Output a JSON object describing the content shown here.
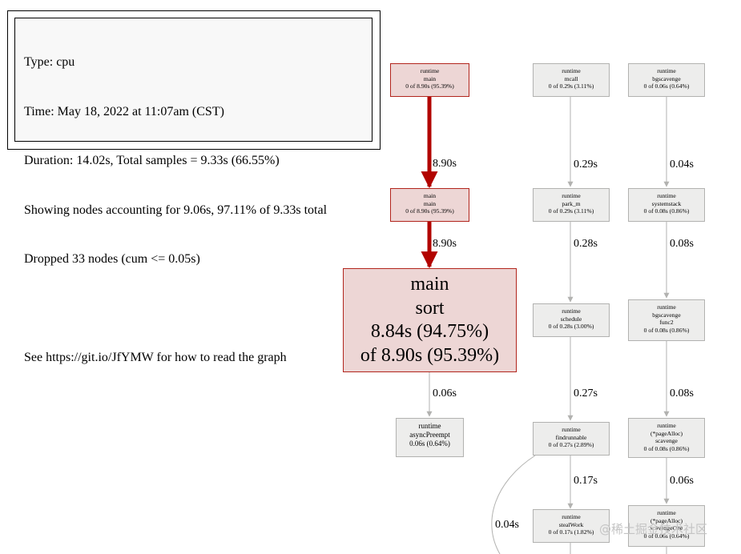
{
  "legend": {
    "line1": "Type: cpu",
    "line2": "Time: May 18, 2022 at 11:07am (CST)",
    "line3": "Duration: 14.02s, Total samples = 9.33s (66.55%)",
    "line4": "Showing nodes accounting for 9.06s, 97.11% of 9.33s total",
    "line5": "Dropped 33 nodes (cum <= 0.05s)",
    "line6": "See https://git.io/JfYMW for how to read the graph"
  },
  "colors": {
    "hot_edge": "#b20400",
    "cold_edge": "#b2b2b0",
    "hot_fill": "#edd6d5",
    "hot_border": "#b2251d",
    "cold_fill": "#ededec",
    "cold_border": "#b2b2b0"
  },
  "nodes": {
    "runtime_main": {
      "pkg": "runtime",
      "func": "main",
      "stat": "0 of 8.90s (95.39%)"
    },
    "main_main": {
      "pkg": "main",
      "func": "main",
      "stat": "0 of 8.90s (95.39%)"
    },
    "main_sort": {
      "pkg": "main",
      "func": "sort",
      "flat": "8.84s (94.75%)",
      "cum": "of 8.90s (95.39%)"
    },
    "async_preempt": {
      "pkg": "runtime",
      "func": "asyncPreempt",
      "stat": "0.06s (0.64%)"
    },
    "mcall": {
      "pkg": "runtime",
      "func": "mcall",
      "stat": "0 of 0.29s (3.11%)"
    },
    "park_m": {
      "pkg": "runtime",
      "func": "park_m",
      "stat": "0 of 0.29s (3.11%)"
    },
    "schedule": {
      "pkg": "runtime",
      "func": "schedule",
      "stat": "0 of 0.28s (3.00%)"
    },
    "findrunnable": {
      "pkg": "runtime",
      "func": "findrunnable",
      "stat": "0 of 0.27s (2.89%)"
    },
    "steal_work": {
      "pkg": "runtime",
      "func": "stealWork",
      "stat": "0 of 0.17s (1.82%)"
    },
    "bgscavenge": {
      "pkg": "runtime",
      "func": "bgscavenge",
      "stat": "0 of 0.06s (0.64%)"
    },
    "systemstack": {
      "pkg": "runtime",
      "func": "systemstack",
      "stat": "0 of 0.08s (0.86%)"
    },
    "bgscavenge_func2": {
      "pkg": "runtime",
      "func": "bgscavenge",
      "func2": "func2",
      "stat": "0 of 0.08s (0.86%)"
    },
    "pagealloc_scavenge": {
      "pkg": "runtime",
      "recv": "(*pageAlloc)",
      "func": "scavenge",
      "stat": "0 of 0.08s (0.86%)"
    },
    "pagealloc_scavenge_one": {
      "pkg": "runtime",
      "recv": "(*pageAlloc)",
      "func": "scavengeOne",
      "stat": "0 of 0.06s (0.64%)"
    }
  },
  "edges": {
    "e1": "8.90s",
    "e2": "8.90s",
    "e3": "0.06s",
    "e4": "0.29s",
    "e5": "0.28s",
    "e6": "0.27s",
    "e7": "0.17s",
    "e8": "0.04s",
    "e9": "0.04s",
    "e10": "0.08s",
    "e11": "0.08s",
    "e12": "0.06s"
  },
  "watermark": "@稀土掘金技术社区"
}
